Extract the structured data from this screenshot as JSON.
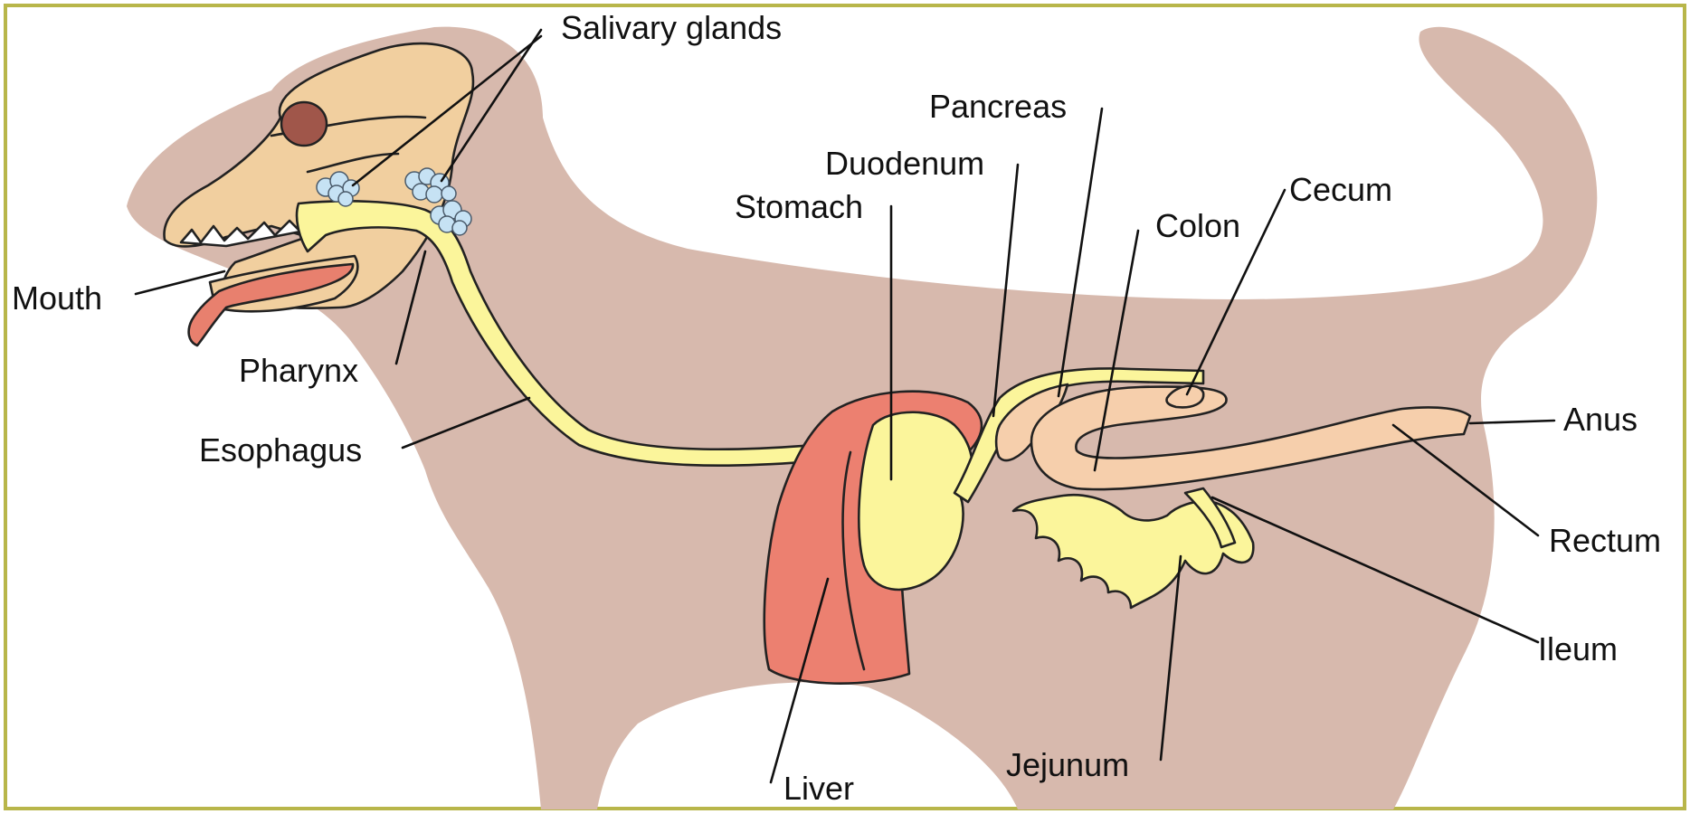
{
  "diagram": {
    "colors": {
      "frame": "#b8b64a",
      "body_silhouette": "#d7b9ad",
      "skull": "#f1cf9f",
      "digestive_tract": "#fbf59b",
      "liver": "#ec8070",
      "colon": "#f6cfac",
      "salivary_glands": "#c6e2f4",
      "tongue": "#e8806e",
      "eye": "#a0564a"
    },
    "labels": {
      "salivary_glands": "Salivary glands",
      "pancreas": "Pancreas",
      "duodenum": "Duodenum",
      "stomach": "Stomach",
      "cecum": "Cecum",
      "colon": "Colon",
      "mouth": "Mouth",
      "pharynx": "Pharynx",
      "esophagus": "Esophagus",
      "anus": "Anus",
      "rectum": "Rectum",
      "ileum": "Ileum",
      "liver": "Liver",
      "jejunum": "Jejunum"
    }
  }
}
